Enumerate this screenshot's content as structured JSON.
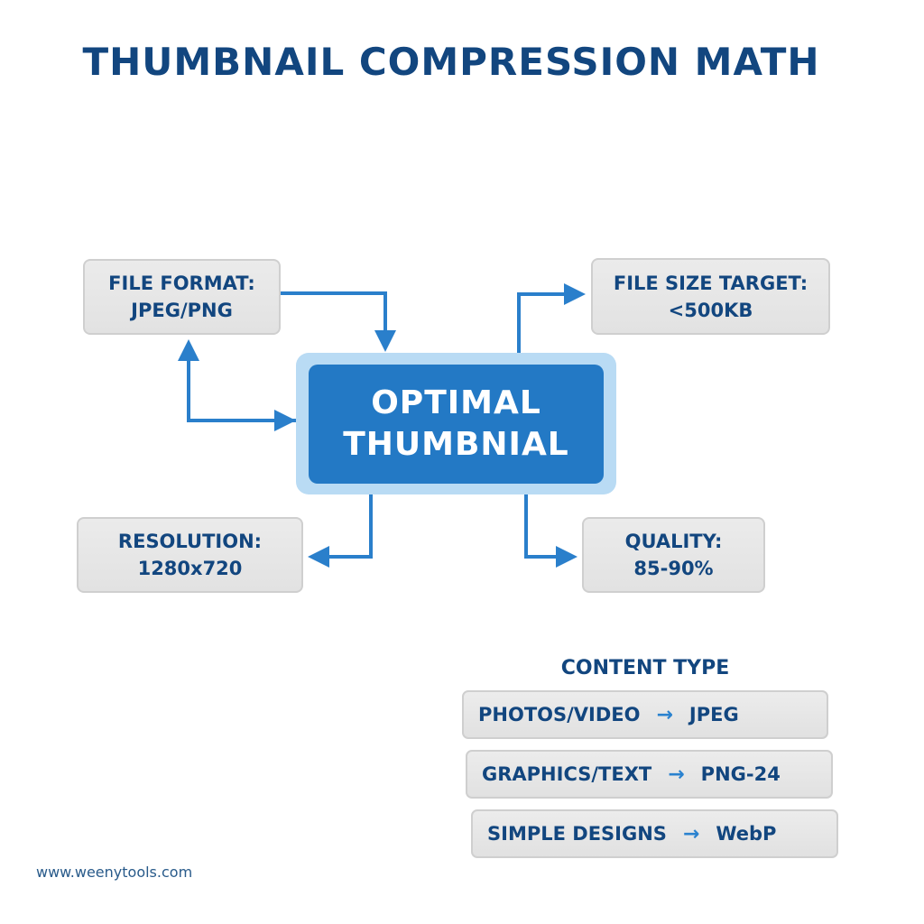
{
  "title": "THUMBNAIL COMPRESSION MATH",
  "center": {
    "line1": "OPTIMAL",
    "line2": "THUMBNIAL"
  },
  "nodes": {
    "file_format": {
      "label": "FILE FORMAT:",
      "value": "JPEG/PNG"
    },
    "file_size": {
      "label": "FILE SIZE TARGET:",
      "value": "<500KB"
    },
    "resolution": {
      "label": "RESOLUTION:",
      "value": "1280x720"
    },
    "quality": {
      "label": "QUALITY:",
      "value": "85-90%"
    }
  },
  "content_type": {
    "title": "CONTENT TYPE",
    "rows": [
      {
        "source": "PHOTOS/VIDEO",
        "arrow": "→",
        "target": "JPEG"
      },
      {
        "source": "GRAPHICS/TEXT",
        "arrow": "→",
        "target": "PNG-24"
      },
      {
        "source": "SIMPLE DESIGNS",
        "arrow": "→",
        "target": "WebP"
      }
    ]
  },
  "footer": "www.weenytools.com",
  "colors": {
    "title": "#12467f",
    "accent": "#2379c5",
    "accent_light": "#b9dbf4",
    "arrow": "#2a7fcb",
    "box_bg": "#e6e6e6"
  }
}
